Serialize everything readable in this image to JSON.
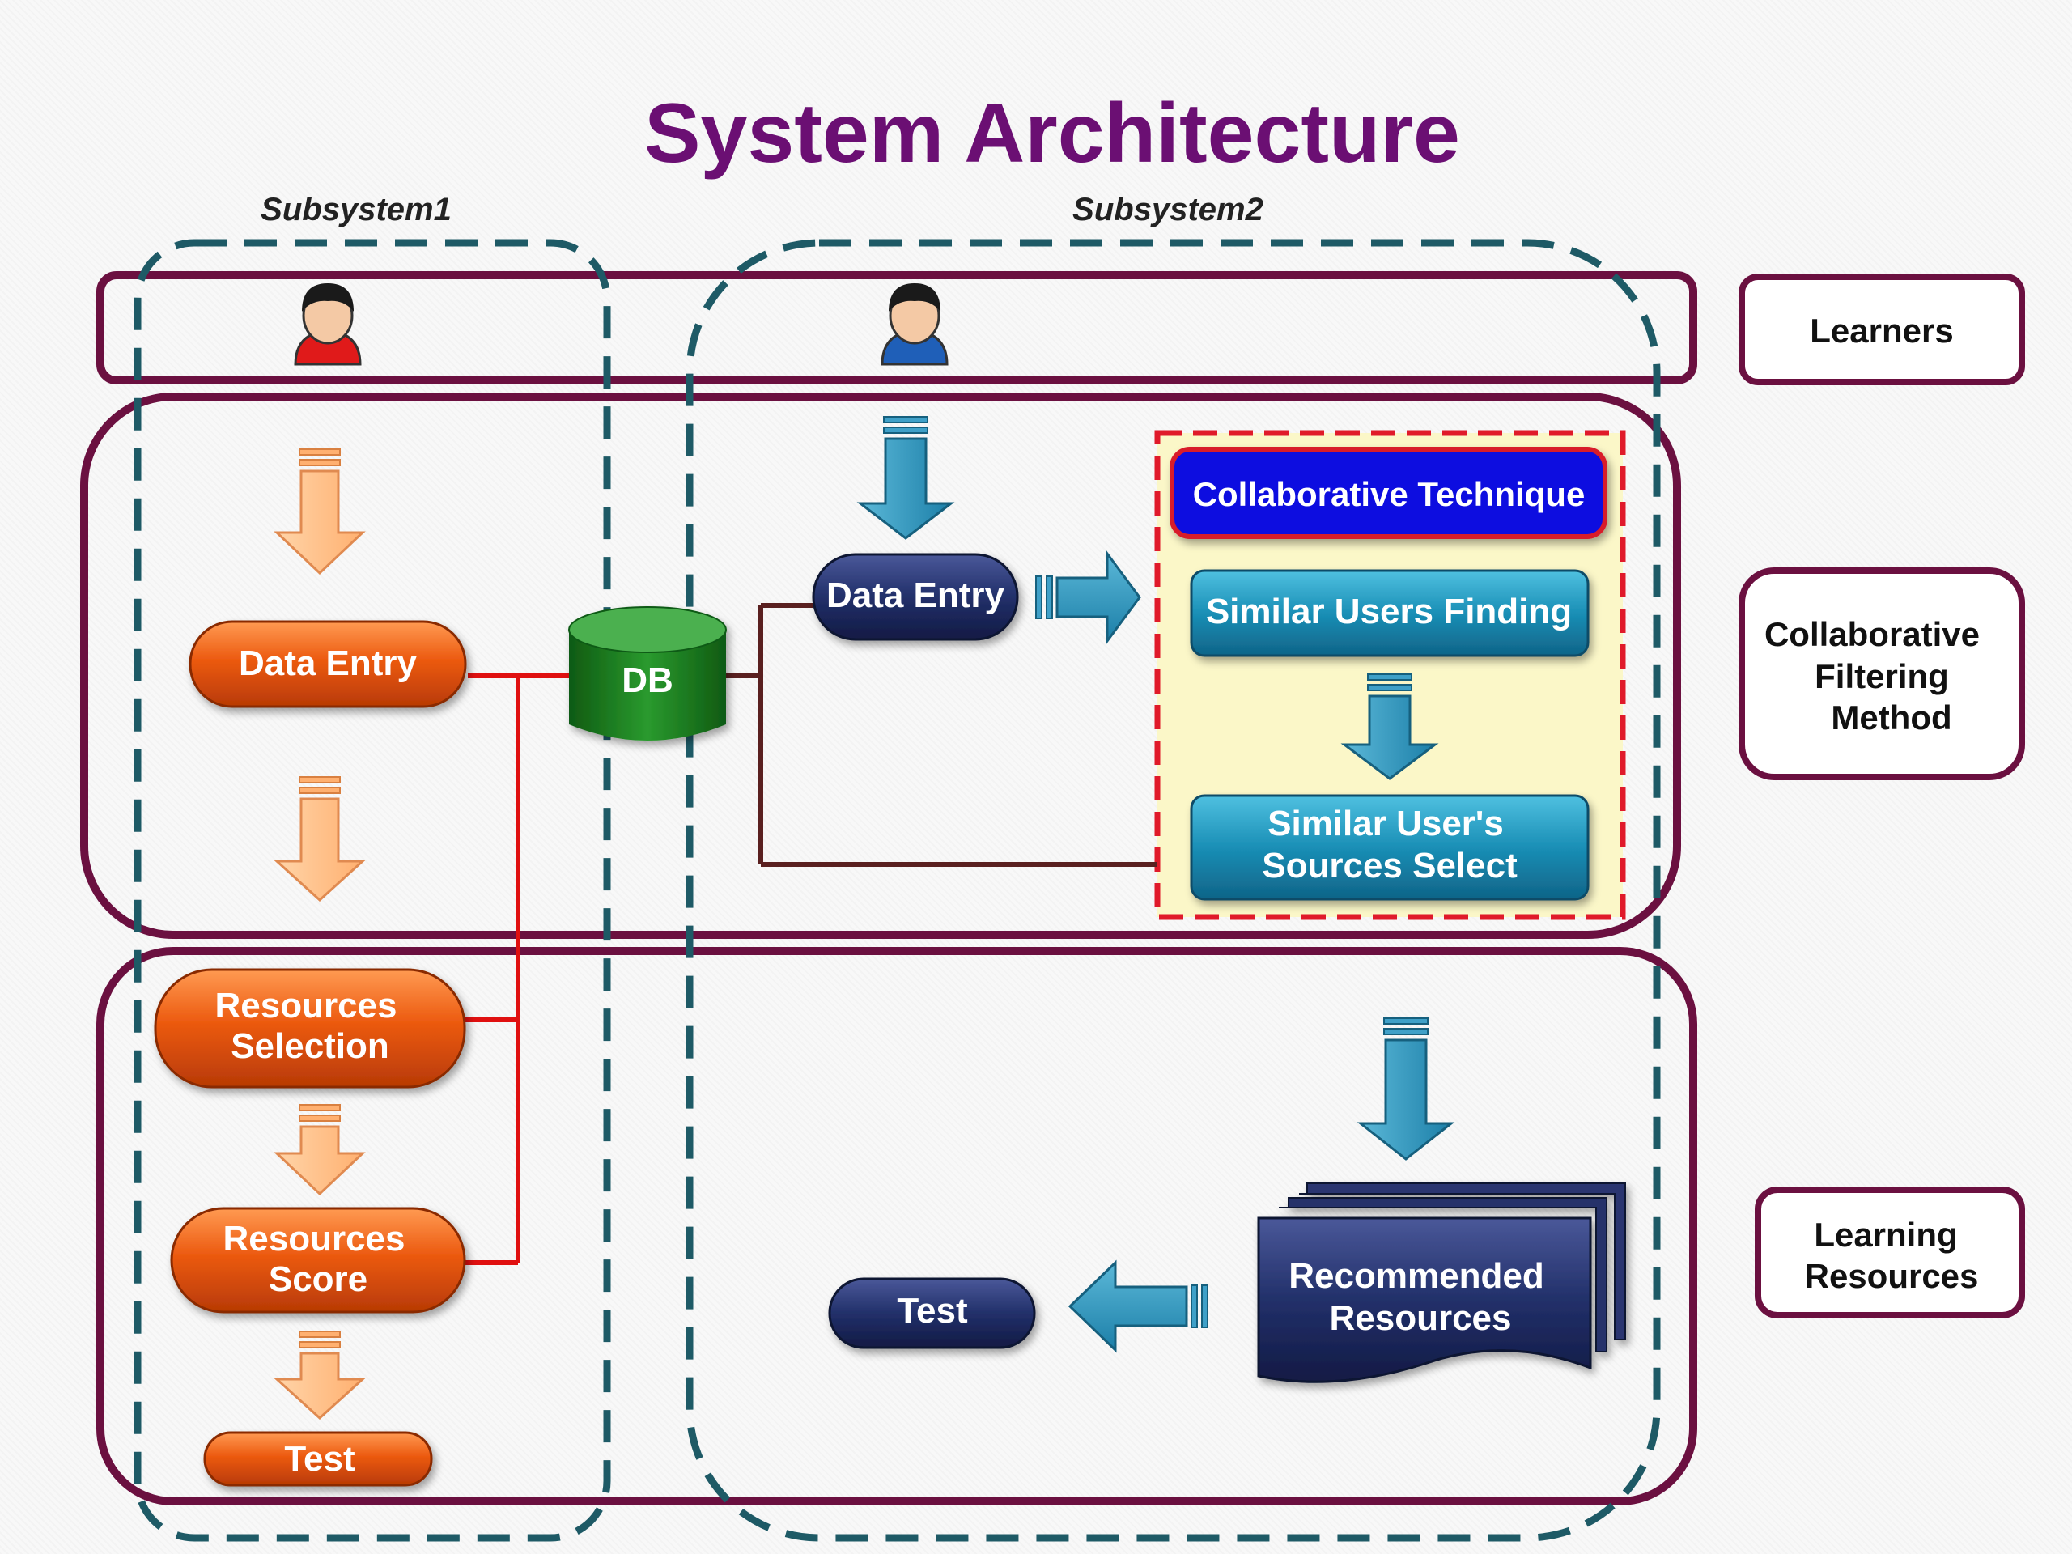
{
  "title": "System Architecture",
  "subsystems": [
    "Subsystem1",
    "Subsystem2"
  ],
  "layers": {
    "learners": "Learners",
    "cf_line1": "Collaborative",
    "cf_line2": "Filtering",
    "cf_line3": "Method",
    "lr_line1": "Learning",
    "lr_line2": "Resources"
  },
  "subsystem1": {
    "data_entry": "Data Entry",
    "resources_selection_line1": "Resources",
    "resources_selection_line2": "Selection",
    "resources_score_line1": "Resources",
    "resources_score_line2": "Score",
    "test": "Test"
  },
  "db": "DB",
  "subsystem2": {
    "data_entry": "Data Entry",
    "collaborative_technique": "Collaborative Technique",
    "similar_users_finding": "Similar Users Finding",
    "similar_sources_line1": "Similar User's",
    "similar_sources_line2": "Sources Select",
    "recommended_line1": "Recommended",
    "recommended_line2": "Resources",
    "test": "Test"
  },
  "colors": {
    "title": "#6b0f73",
    "frame": "#6b1040",
    "dash": "#1e5a66",
    "orange": "#e65a12",
    "navy": "#1e2a60",
    "teal": "#1c8fb5",
    "db": "#1e7a20",
    "red_line": "#e01010",
    "highlight_bg": "#fbf7c8",
    "ct_blue": "#0a10e0"
  }
}
